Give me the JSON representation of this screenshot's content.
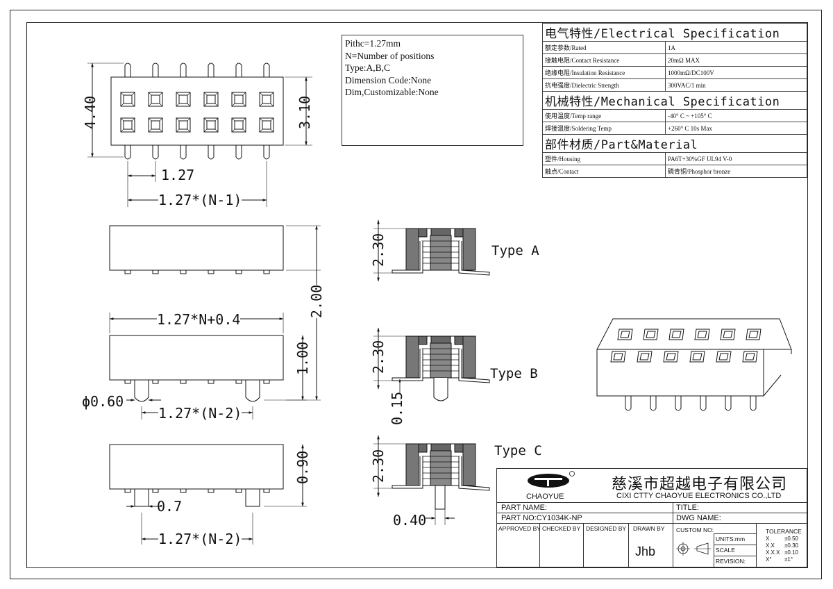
{
  "notes": {
    "lines": [
      "Pithc=1.27mm",
      "N=Number of positions",
      "Type:A,B,C",
      "Dimension Code:None",
      "Dim,Customizable:None"
    ]
  },
  "spec": {
    "electrical": {
      "title": "电气特性/Electrical Specification",
      "rows": [
        {
          "k": "额定参数/Rated",
          "v": "1A"
        },
        {
          "k": "接触电阻/Contact Resistance",
          "v": "20mΩ MAX"
        },
        {
          "k": "绝缘电阻/Insulation Resistance",
          "v": "1000mΩ/DC100V"
        },
        {
          "k": "抗电强度/Dielectric Strength",
          "v": "300VAC/1 min"
        }
      ]
    },
    "mechanical": {
      "title": "机械特性/Mechanical Specification",
      "rows": [
        {
          "k": "使用温度/Temp range",
          "v": "-40° C ~ +105° C"
        },
        {
          "k": "焊接温度/Soldering Temp",
          "v": "+260° C  10s Max"
        }
      ]
    },
    "material": {
      "title": "部件材质/Part&Material",
      "rows": [
        {
          "k": "塑件/Housing",
          "v": "PA6T+30%GF  UL94  V-0"
        },
        {
          "k": "触点/Contact",
          "v": "磷青铜/Phosphor bronze"
        }
      ]
    }
  },
  "dims": {
    "top_height": "4.40",
    "top_inner": "3.10",
    "pitch": "1.27",
    "span_n1": "1.27*(N-1)",
    "side_height": "2.00",
    "length": "1.27*N+0.4",
    "b_peg": "1.00",
    "b_dia": "ϕ0.60",
    "span_n2_b": "1.27*(N-2)",
    "c_peg": "0.90",
    "c_width": "0.7",
    "span_n2_c": "1.27*(N-2)",
    "type_a_h": "2.30",
    "type_b_h": "2.30",
    "type_b_t": "0.15",
    "type_c_h": "2.30",
    "type_c_w": "0.40"
  },
  "types": {
    "a": "Type A",
    "b": "Type B",
    "c": "Type C"
  },
  "title_block": {
    "company_cn": "慈溪市超越电子有限公司",
    "company_en": "CIXI CTTY CHAOYUE ELECTRONICS CO.,LTD",
    "logo_text": "CHAOYUE",
    "part_name_label": "PART NAME:",
    "title_label": "TITLE:",
    "part_no": "PART NO:CY1034K-NP",
    "dwg_name_label": "DWG NAME:",
    "approved": "APPROVED BY",
    "checked": "CHECKED BY",
    "designed": "DESIGNED BY",
    "drawn": "DRAWN BY",
    "custom_no": "CUSTOM NO:",
    "drawer": "Jhb",
    "units": "UNITS:mm",
    "scale": "SCALE",
    "revision": "REVISION:",
    "tolerance_title": "TOLERANCE",
    "tolerance": [
      {
        "k": "X.",
        "v": "±0.50"
      },
      {
        "k": "X.X",
        "v": "±0.30"
      },
      {
        "k": "X.X.X",
        "v": "±0.10"
      },
      {
        "k": "X°",
        "v": "±1°"
      }
    ]
  }
}
